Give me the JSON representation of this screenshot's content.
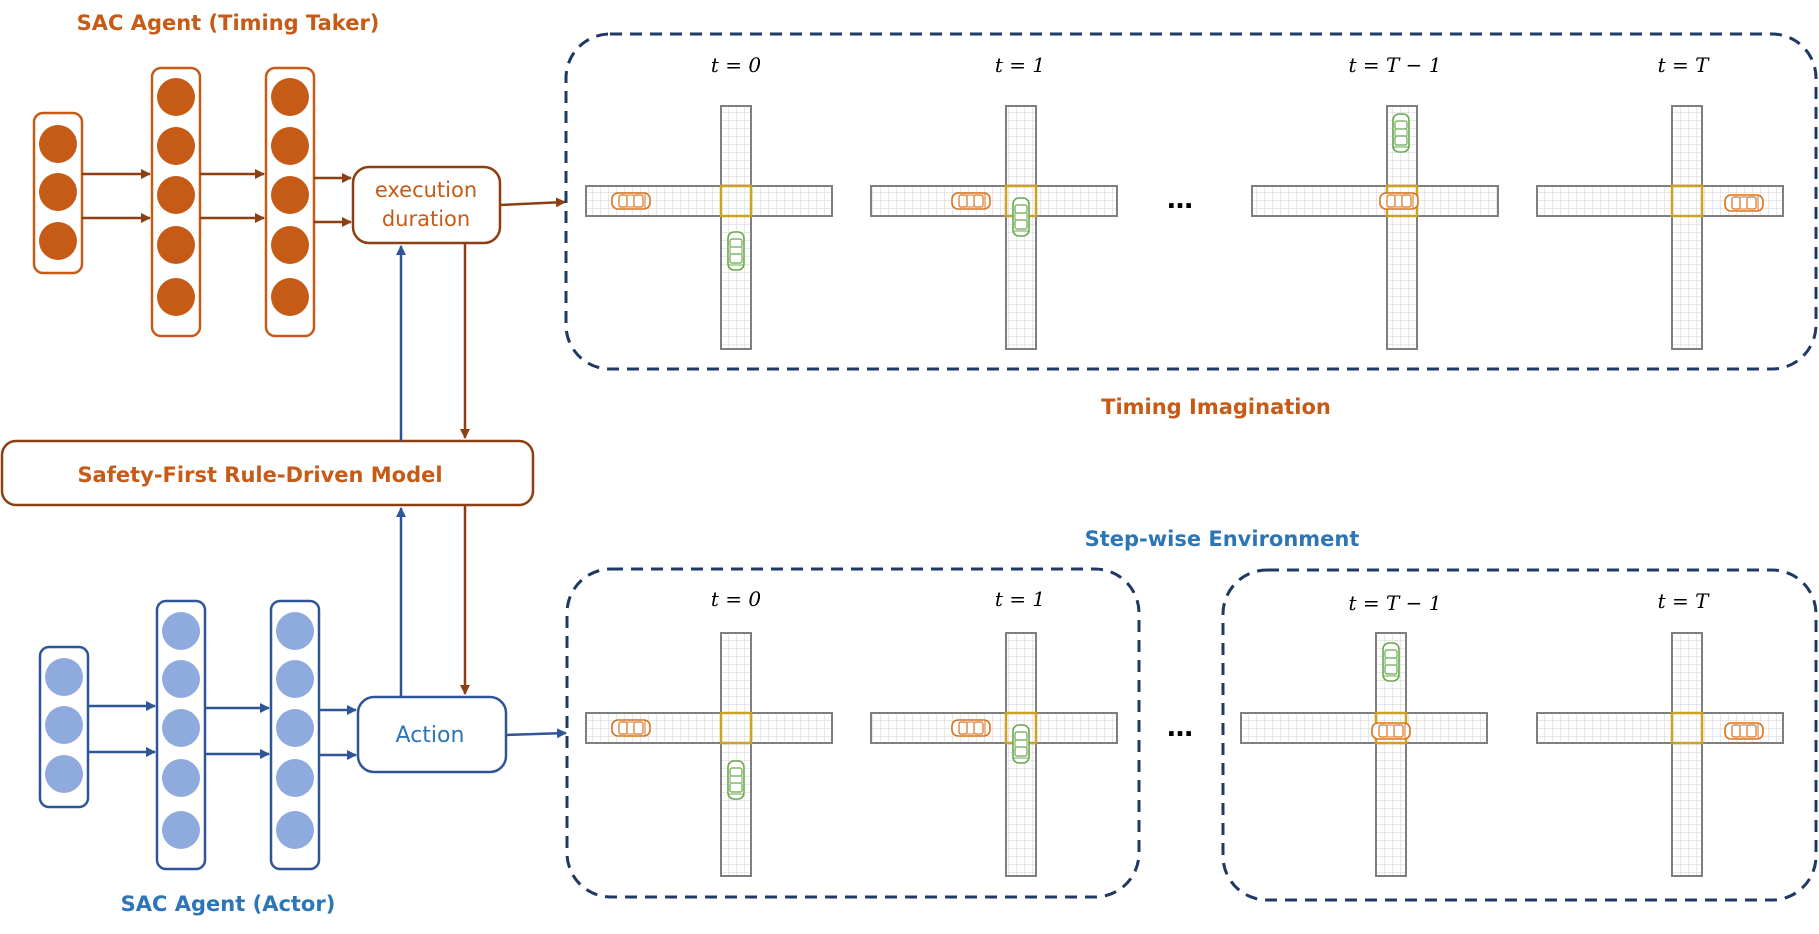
{
  "colors": {
    "orange": "#c65a17",
    "orange_fill": "#c65a17",
    "arrow_orange": "#8b3f12",
    "blue": "#2f5597",
    "blue_fill": "#8faadc",
    "blue_text": "#2e75b6",
    "dashed": "#1f3864",
    "road": "#7f7f7f",
    "intersection": "#c9a227",
    "car_orange": "#d8731f",
    "car_green": "#6aa84f"
  },
  "labels": {
    "timing_agent": "SAC Agent (Timing Taker)",
    "actor_agent": "SAC Agent (Actor)",
    "execution_duration_line1": "execution",
    "execution_duration_line2": "duration",
    "rule_model": "Safety-First Rule-Driven Model",
    "action": "Action",
    "timing_imagination": "Timing Imagination",
    "stepwise_env": "Step-wise Environment",
    "ellipsis": "…"
  },
  "timing_steps": [
    "t = 0",
    "t = 1",
    "t = T − 1",
    "t = T"
  ],
  "env_steps": [
    "t = 0",
    "t = 1",
    "t = T − 1",
    "t = T"
  ],
  "icons": {
    "car_east": "car-facing-east-icon",
    "car_south": "car-facing-south-icon"
  }
}
